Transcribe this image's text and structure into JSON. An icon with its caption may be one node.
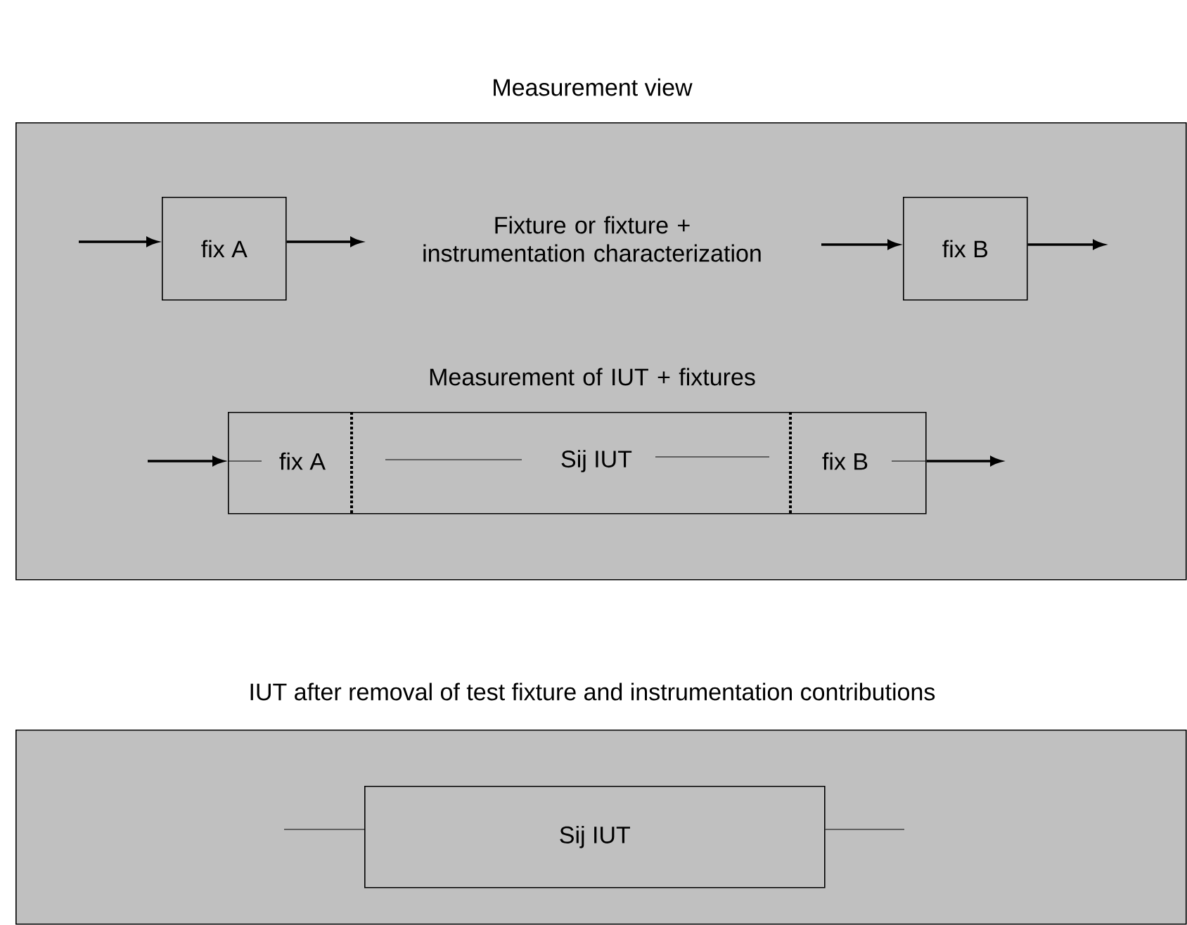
{
  "diagram": {
    "nodes": [
      {
        "text": [
          "Measurement view"
        ]
      },
      {
        "text": [
          "fix A"
        ],
        "in": 0
      },
      {
        "text": [
          "fix B"
        ],
        "in": 0
      },
      {
        "text": [
          "fix A",
          "Sij IUT",
          "fix B"
        ],
        "in": 0
      },
      {
        "text": [
          "IUT after removal of test fixture and instrumentation contributions"
        ]
      },
      {
        "text": [
          "Sij IUT"
        ],
        "in": 4
      }
    ],
    "edges": [
      {
        "from": null,
        "to": 1,
        "arrow": "to"
      },
      {
        "from": 1,
        "to": null,
        "arrow": "to"
      },
      {
        "from": null,
        "to": 2,
        "arrow": "to"
      },
      {
        "from": 2,
        "to": null,
        "arrow": "to"
      },
      {
        "from": null,
        "to": 3,
        "arrow": "to"
      },
      {
        "from": 3,
        "to": null,
        "arrow": "to"
      },
      {
        "from": null,
        "to": 5,
        "arrow": "none"
      },
      {
        "from": 5,
        "to": null,
        "arrow": "none"
      }
    ],
    "labels": [
      "Fixture or fixture + instrumentation characterization",
      "Measurement of IUT + fixtures"
    ]
  }
}
